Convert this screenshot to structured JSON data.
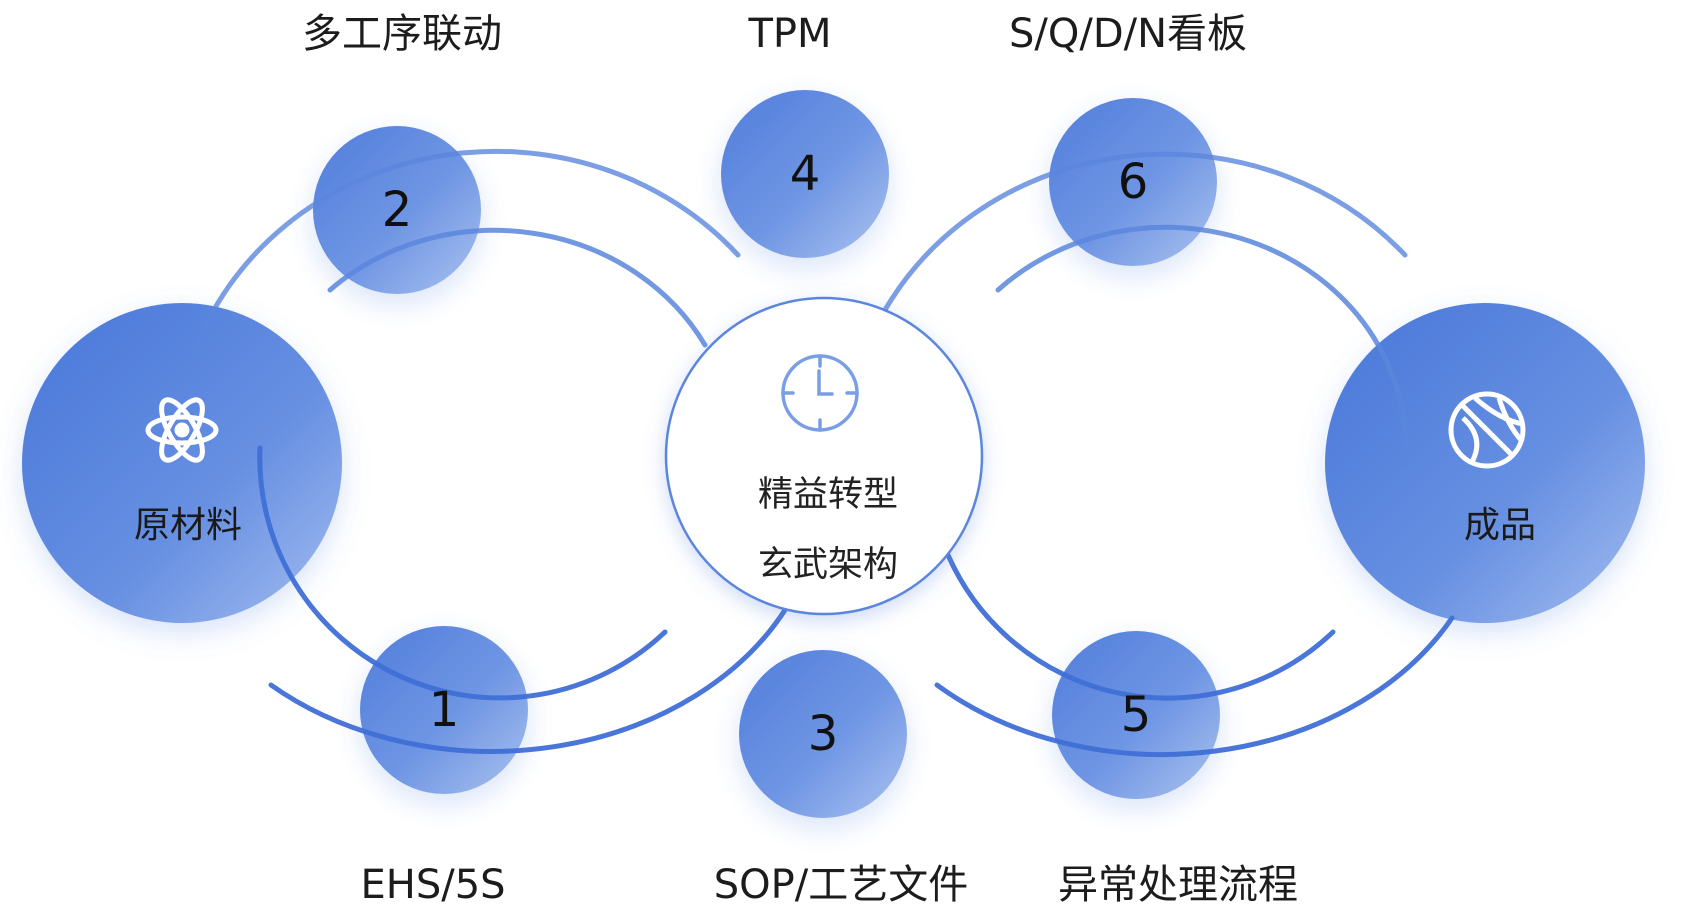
{
  "colors": {
    "accent": "#4f7fdc",
    "accent_light": "#9fb9ee",
    "line": "#6a92e3",
    "center_stroke": "#5b86dd"
  },
  "left_node": {
    "label": "原材料",
    "icon": "atom-icon"
  },
  "right_node": {
    "label": "成品",
    "icon": "basketball-icon"
  },
  "center": {
    "icon": "clock-icon",
    "line1": "精益转型",
    "line2": "玄武架构"
  },
  "steps": [
    {
      "number": "1",
      "label": "EHS/5S"
    },
    {
      "number": "2",
      "label": "多工序联动"
    },
    {
      "number": "3",
      "label": "SOP/工艺文件"
    },
    {
      "number": "4",
      "label": "TPM"
    },
    {
      "number": "5",
      "label": "异常处理流程"
    },
    {
      "number": "6",
      "label": "S/Q/D/N看板"
    }
  ]
}
